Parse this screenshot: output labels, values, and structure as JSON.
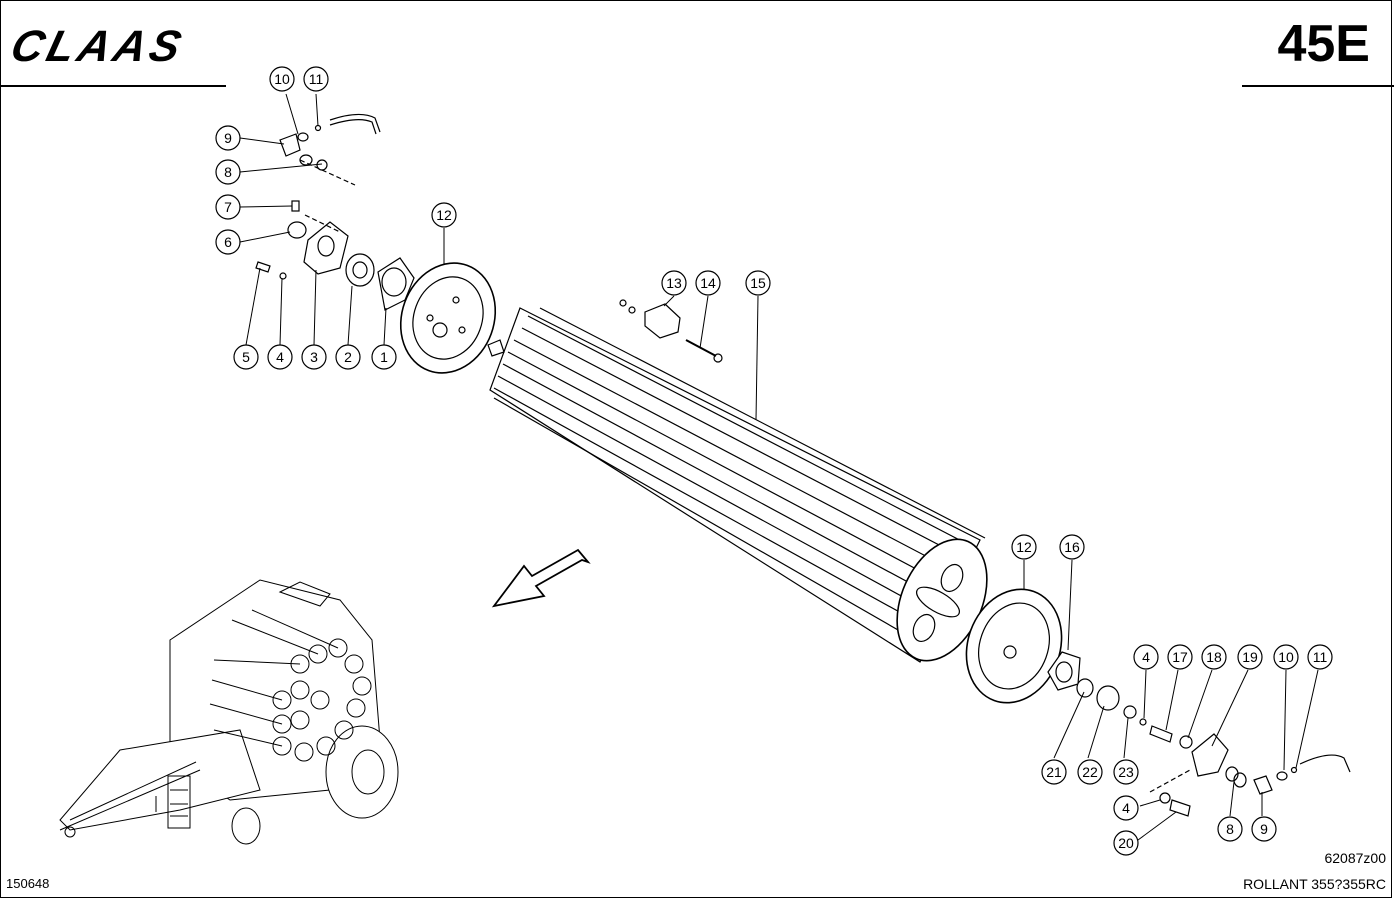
{
  "header": {
    "brand": "CLAAS",
    "page_number": "45E"
  },
  "footer": {
    "document_number": "150648",
    "drawing_code": "62087z00",
    "model": "ROLLANT 355?355RC"
  },
  "callouts": [
    {
      "label": "10"
    },
    {
      "label": "11"
    },
    {
      "label": "9"
    },
    {
      "label": "8"
    },
    {
      "label": "7"
    },
    {
      "label": "6"
    },
    {
      "label": "5"
    },
    {
      "label": "4"
    },
    {
      "label": "3"
    },
    {
      "label": "2"
    },
    {
      "label": "1"
    },
    {
      "label": "12"
    },
    {
      "label": "13"
    },
    {
      "label": "14"
    },
    {
      "label": "15"
    },
    {
      "label": "12"
    },
    {
      "label": "16"
    },
    {
      "label": "4"
    },
    {
      "label": "17"
    },
    {
      "label": "18"
    },
    {
      "label": "19"
    },
    {
      "label": "10"
    },
    {
      "label": "11"
    },
    {
      "label": "21"
    },
    {
      "label": "22"
    },
    {
      "label": "23"
    },
    {
      "label": "4"
    },
    {
      "label": "20"
    },
    {
      "label": "8"
    },
    {
      "label": "9"
    }
  ]
}
